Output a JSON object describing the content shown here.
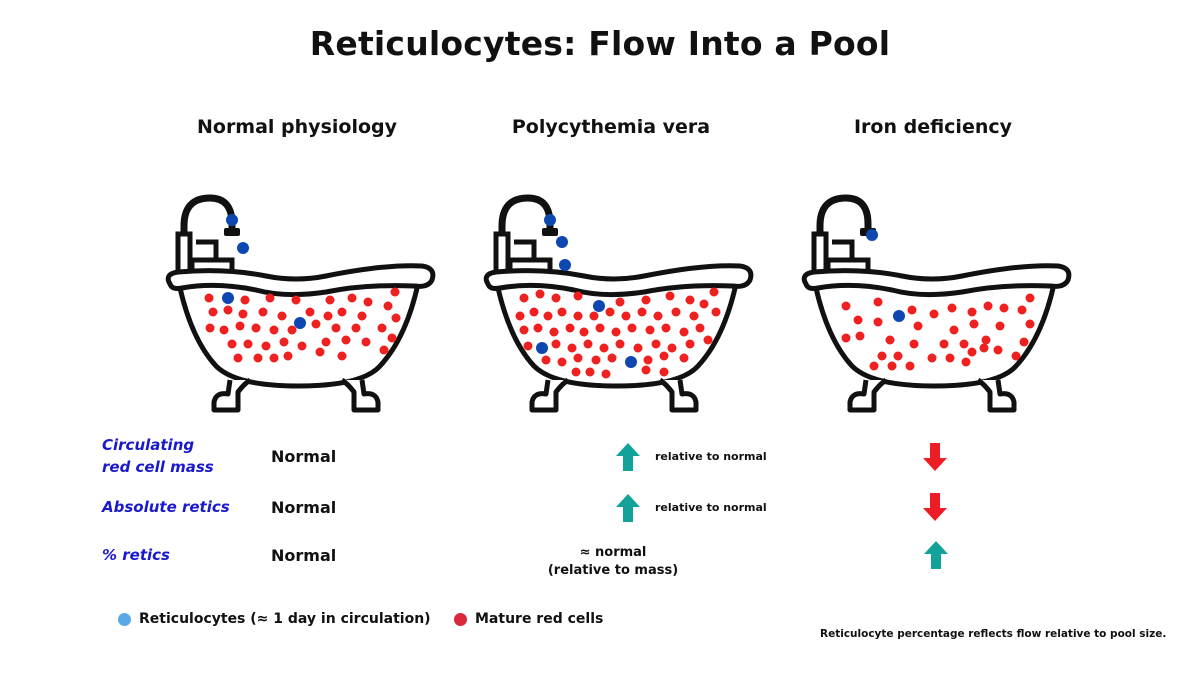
{
  "title": "Reticulocytes: Flow Into a Pool",
  "columns": [
    "Normal physiology",
    "Polycythemia vera",
    "Iron deficiency"
  ],
  "rows": [
    {
      "label_line1": "Circulating",
      "label_line2": "red cell mass",
      "normal": "Normal",
      "polycythemia_note": "relative to normal"
    },
    {
      "label": "Absolute retics",
      "normal": "Normal",
      "polycythemia_note": "relative to normal"
    },
    {
      "label": "% retics",
      "normal": "Normal",
      "polycythemia_line1": "≈ normal",
      "polycythemia_line2": "(relative to mass)"
    }
  ],
  "indicators": {
    "polycythemia": [
      "up",
      "up",
      "approx"
    ],
    "iron_deficiency": [
      "down",
      "down",
      "up"
    ]
  },
  "legend": {
    "reticulocytes": "Reticulocytes (≈ 1 day in circulation)",
    "mature": "Mature red cells"
  },
  "footnote": "Reticulocyte percentage reflects flow relative to pool size.",
  "colors": {
    "reticulocyte": "#0e47b0",
    "mature": "#ef2020",
    "up_arrow": "#11a39a",
    "down_arrow": "#ee1c25",
    "row_label": "#1a1acc",
    "legend_retic": "#5aa9e6",
    "legend_mature": "#d8283a"
  }
}
